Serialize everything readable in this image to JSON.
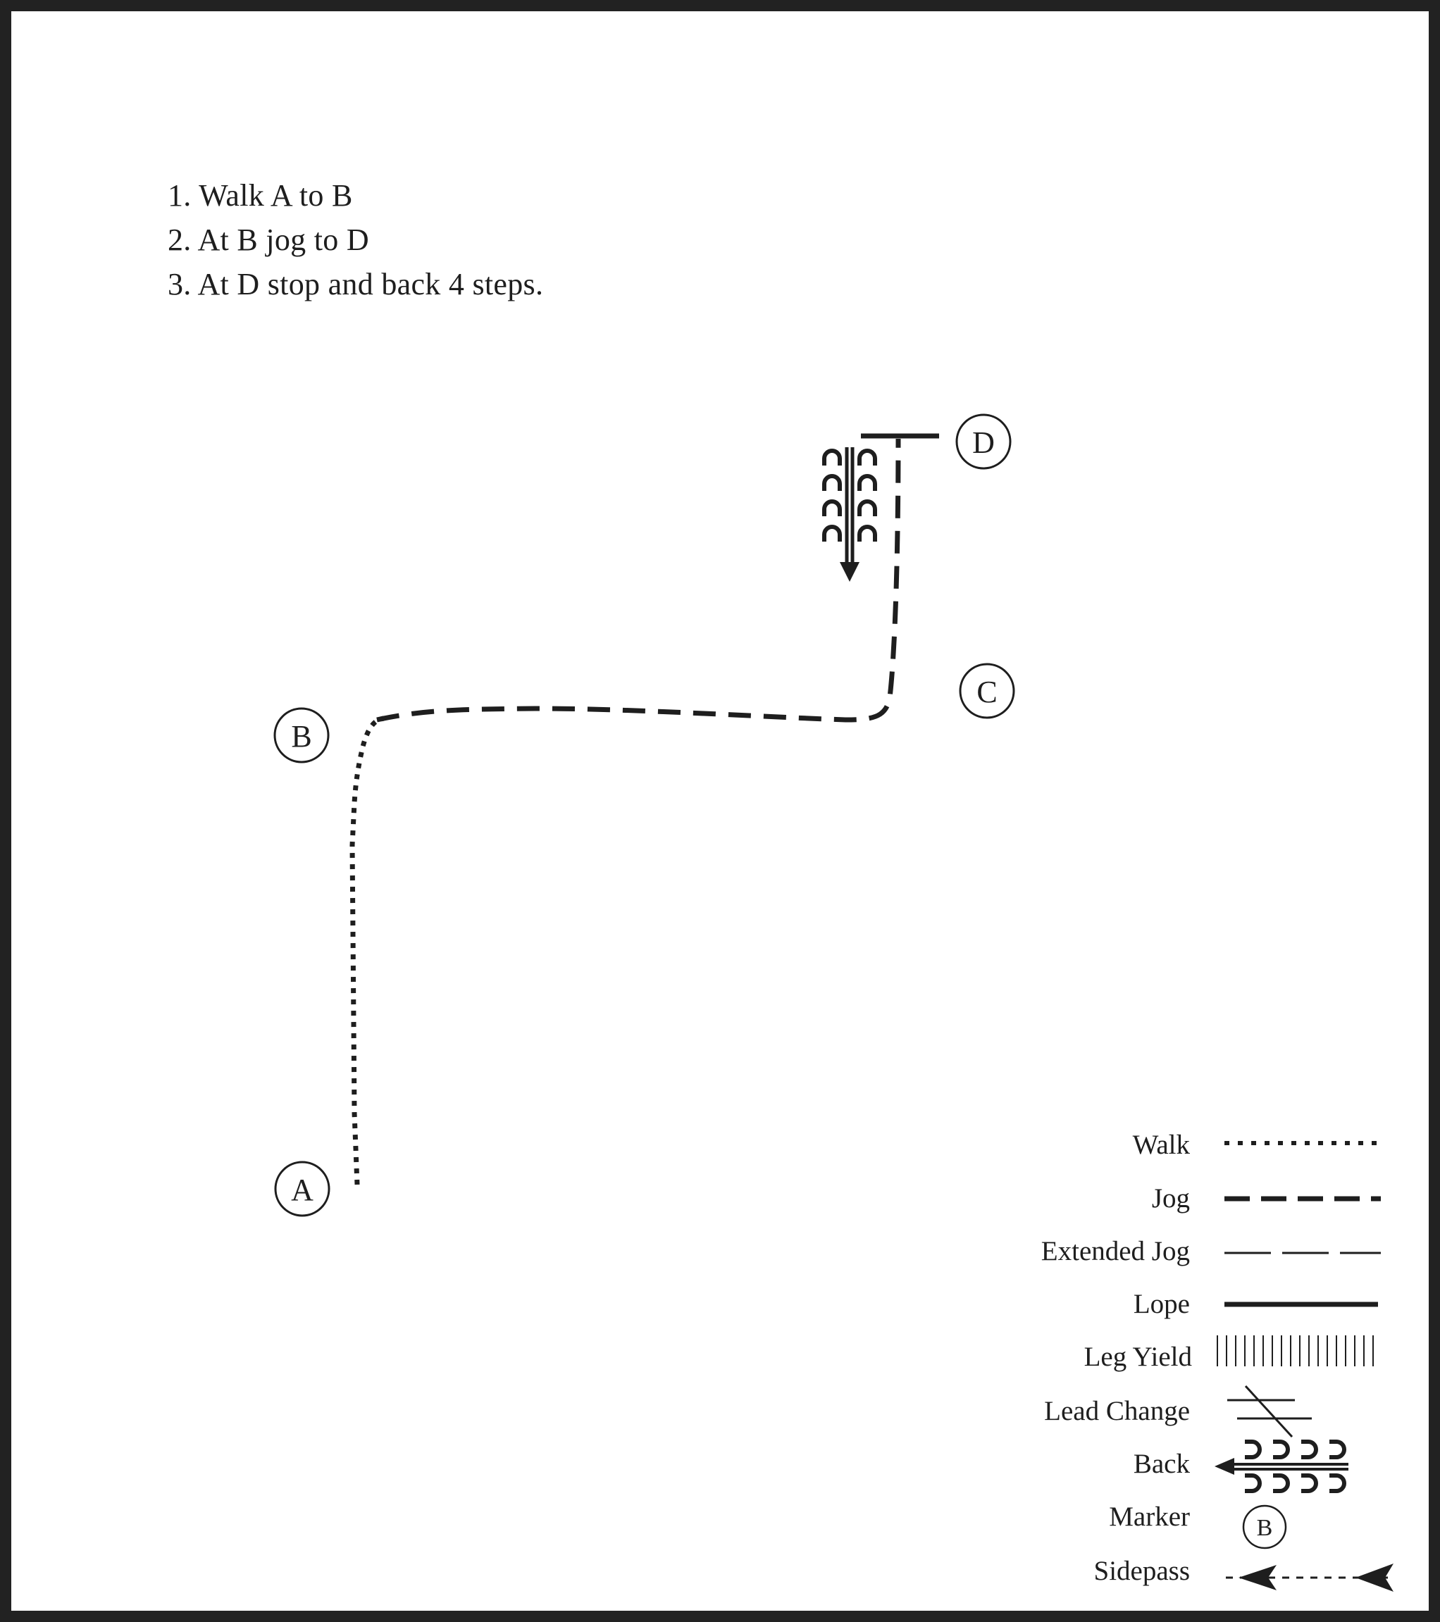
{
  "instructions": [
    "1. Walk A to B",
    "2. At B jog to D",
    "3. At D stop and back 4 steps."
  ],
  "markers": {
    "a": "A",
    "b": "B",
    "c": "C",
    "d": "D"
  },
  "legend": {
    "walk": "Walk",
    "jog": "Jog",
    "extended_jog": "Extended Jog",
    "lope": "Lope",
    "leg_yield": "Leg Yield",
    "lead_change": "Lead Change",
    "back": "Back",
    "marker": "Marker",
    "marker_example": "B",
    "sidepass": "Sidepass"
  },
  "colors": {
    "ink": "#1e1e1e",
    "frame": "#222222",
    "background": "#ffffff"
  }
}
